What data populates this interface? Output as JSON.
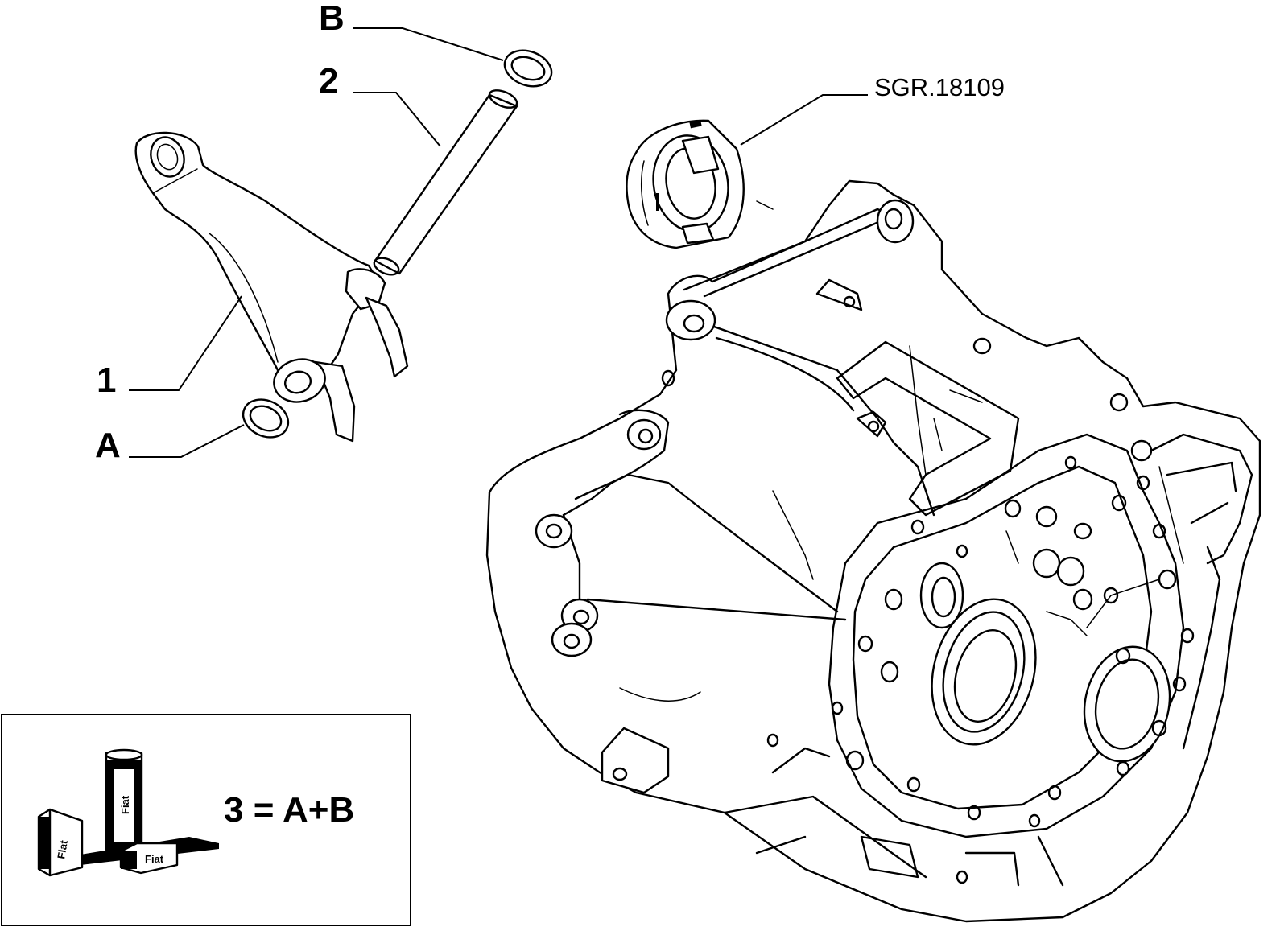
{
  "callouts": {
    "lever": "1",
    "shaft": "2",
    "seal_a": "A",
    "seal_b": "B"
  },
  "reference": {
    "bearing_group": "SGR.18109"
  },
  "kit": {
    "equation": "3 = A+B",
    "brand_text": "Fiat"
  },
  "colors": {
    "line": "#000000",
    "background": "#ffffff"
  },
  "icons": {
    "kit": "lubricant-tube-and-boxes-icon"
  }
}
